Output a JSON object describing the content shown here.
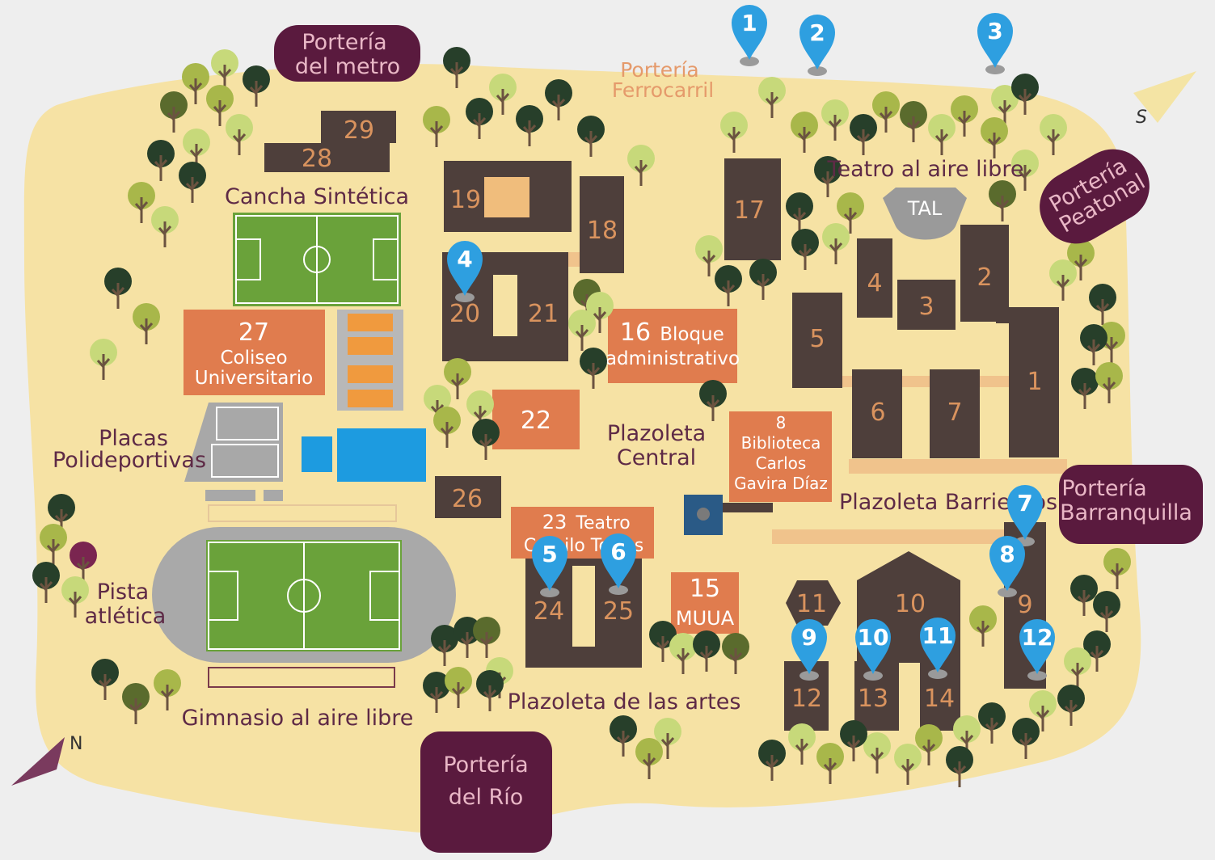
{
  "gates": {
    "metro": [
      "Portería",
      "del metro"
    ],
    "ferrocarril": [
      "Portería",
      "Ferrocarril"
    ],
    "peatonal": [
      "Portería",
      "Peatonal"
    ],
    "barranquilla": [
      "Portería",
      "Barranquilla"
    ],
    "rio": [
      "Portería",
      "del Río"
    ]
  },
  "buildings": {
    "b1": "1",
    "b2": "2",
    "b3": "3",
    "b4": "4",
    "b5": "5",
    "b6": "6",
    "b7": "7",
    "b8": [
      "8",
      "Biblioteca",
      "Carlos",
      "Gavira Díaz"
    ],
    "b9": "9",
    "b10": "10",
    "b11": "11",
    "b12": "12",
    "b13": "13",
    "b14": "14",
    "b15": [
      "15",
      "MUUA"
    ],
    "b16": [
      "16",
      "Bloque",
      "administrativo"
    ],
    "b17": "17",
    "b18": "18",
    "b19": "19",
    "b20": "20",
    "b21": "21",
    "b22": "22",
    "b23": [
      "23",
      "Teatro",
      "Camilo Torres"
    ],
    "b24": "24",
    "b25": "25",
    "b26": "26",
    "b27": [
      "27",
      "Coliseo",
      "Universitario"
    ],
    "b28": "28",
    "b29": "29",
    "tal": "TAL"
  },
  "areas": {
    "cancha": "Cancha Sintética",
    "placas": [
      "Placas",
      "Polideportivas"
    ],
    "pista": [
      "Pista",
      "atlética"
    ],
    "gimnasio": "Gimnasio al aire libre",
    "artes": "Plazoleta de las artes",
    "central": [
      "Plazoleta",
      "Central"
    ],
    "barrientos": "Plazoleta Barrientos",
    "teatro": "Teatro al aire libre"
  },
  "compass": {
    "north": "N",
    "south": "S"
  },
  "markers": [
    "1",
    "2",
    "3",
    "4",
    "5",
    "6",
    "7",
    "8",
    "9",
    "10",
    "11",
    "12"
  ],
  "colors": {
    "campus": "#f6e2a4",
    "building": "#4e3f3b",
    "building_orange": "#e07c4e",
    "gate": "#5a1a3e",
    "marker": "#2e9fe0",
    "field": "#6aa23a"
  }
}
